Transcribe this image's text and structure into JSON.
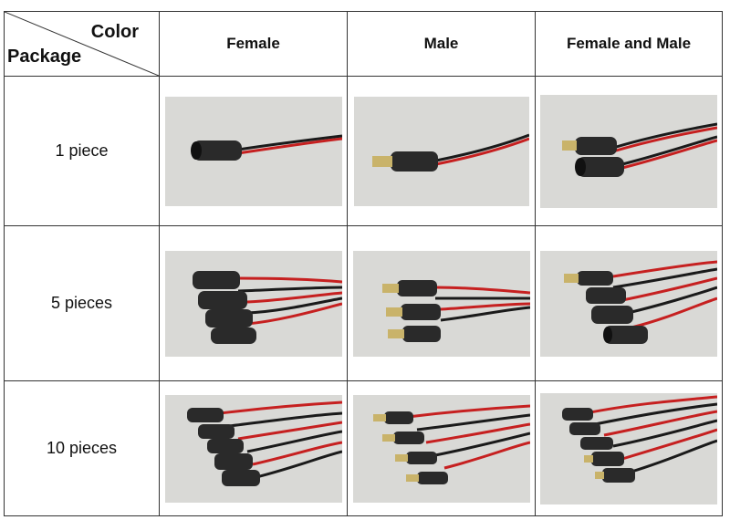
{
  "header": {
    "corner_top": "Color",
    "corner_bottom": "Package",
    "columns": [
      "Female",
      "Male",
      "Female and Male"
    ]
  },
  "rows": [
    {
      "label": "1 piece"
    },
    {
      "label": "5 pieces"
    },
    {
      "label": "10 pieces"
    }
  ],
  "colors": {
    "photo_bg": "#d9d9d6",
    "connector": "#2a2a2a",
    "wire_red": "#c62020",
    "wire_black": "#1a1a1a",
    "tip_gold": "#c9b36a"
  }
}
